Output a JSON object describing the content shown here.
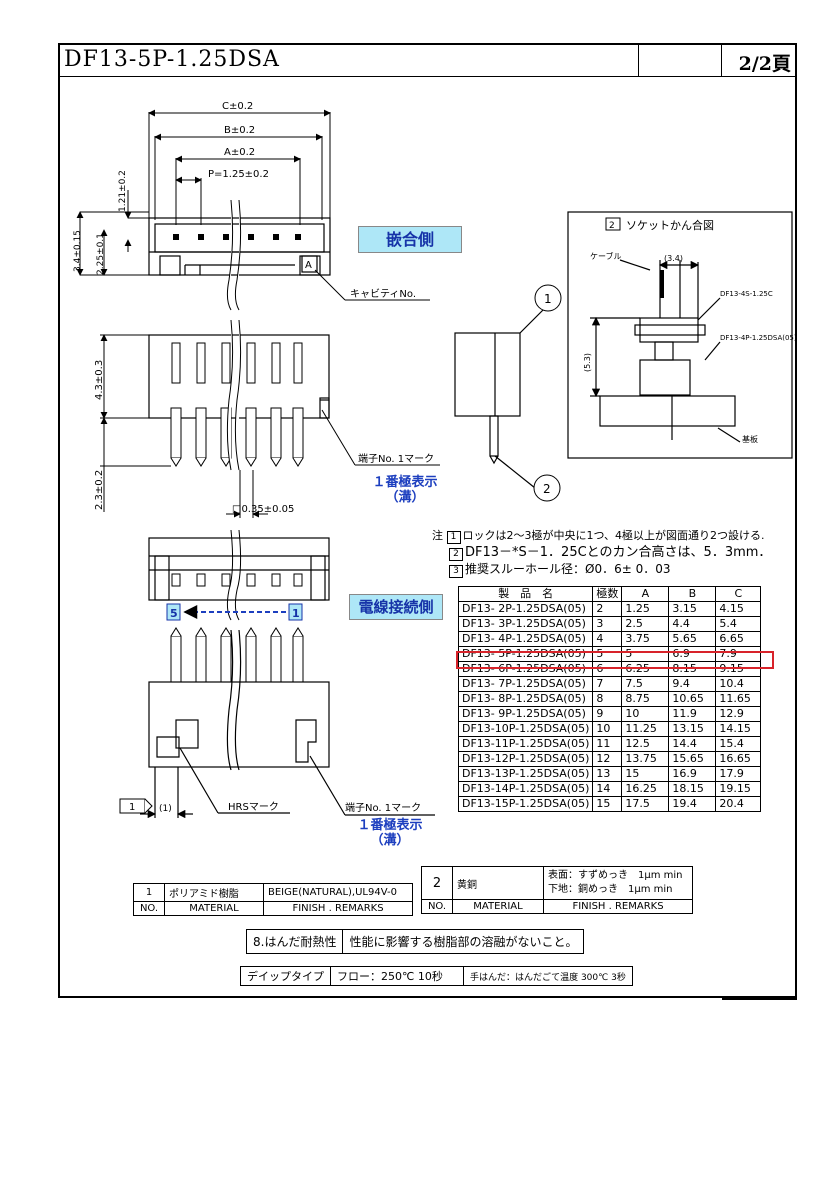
{
  "header": {
    "title": "DF13-5P-1.25DSA",
    "page": "2/2頁"
  },
  "dims": {
    "c": "C±0.2",
    "b": "B±0.2",
    "a": "A±0.2",
    "p": "P=1.25±0.2",
    "h121": "1.21±0.2",
    "h34": "3.4±0.15",
    "h225": "2.25±0.1",
    "h43": "4.3±0.3",
    "h23": "2.3±0.2",
    "sq": "□0.35±0.05",
    "cavity": "キャビティNo.",
    "cavity_a": "A",
    "term1": "端子No. 1マーク",
    "term2": "端子No. 1マーク",
    "hrs": "HRSマーク",
    "one": "(1)",
    "n1": "1",
    "n5": "5",
    "n1b": "1"
  },
  "labels": {
    "mating": "嵌合側",
    "wire": "電線接続側",
    "first_pin": "１番極表示",
    "groove": "（溝）",
    "first_pin2": "１番極表示",
    "groove2": "（溝）"
  },
  "callouts": {
    "c1": "1",
    "c2": "2"
  },
  "socket": {
    "title": "ソケットかん合図",
    "num": "2",
    "cable": "ケーブル",
    "w": "(3.4)",
    "h": "(5.3)",
    "p1": "DF13-4S-1.25C",
    "p2": "DF13-4P-1.25DSA(05)",
    "board": "基板"
  },
  "notes": {
    "prefix": "注",
    "n1_mark": "1",
    "n1": "ロックは2～3極が中央に1つ、4極以上が図面通り2つ設ける.",
    "n2_mark": "2",
    "n2": "DF13－*S－1．25Cとのカン合高さは、5．3mm．",
    "n3_mark": "3",
    "n3": "推奨スルーホール径：Ø0．6± 0．03"
  },
  "spec_table": {
    "headers": [
      "製　品　名",
      "極数",
      "A",
      "B",
      "C"
    ],
    "rows": [
      [
        "DF13- 2P-1.25DSA(05)",
        "2",
        "1.25",
        "3.15",
        "4.15"
      ],
      [
        "DF13- 3P-1.25DSA(05)",
        "3",
        "2.5",
        "4.4",
        "5.4"
      ],
      [
        "DF13- 4P-1.25DSA(05)",
        "4",
        "3.75",
        "5.65",
        "6.65"
      ],
      [
        "DF13- 5P-1.25DSA(05)",
        "5",
        "5",
        "6.9",
        "7.9"
      ],
      [
        "DF13- 6P-1.25DSA(05)",
        "6",
        "6.25",
        "8.15",
        "9.15"
      ],
      [
        "DF13- 7P-1.25DSA(05)",
        "7",
        "7.5",
        "9.4",
        "10.4"
      ],
      [
        "DF13- 8P-1.25DSA(05)",
        "8",
        "8.75",
        "10.65",
        "11.65"
      ],
      [
        "DF13- 9P-1.25DSA(05)",
        "9",
        "10",
        "11.9",
        "12.9"
      ],
      [
        "DF13-10P-1.25DSA(05)",
        "10",
        "11.25",
        "13.15",
        "14.15"
      ],
      [
        "DF13-11P-1.25DSA(05)",
        "11",
        "12.5",
        "14.4",
        "15.4"
      ],
      [
        "DF13-12P-1.25DSA(05)",
        "12",
        "13.75",
        "15.65",
        "16.65"
      ],
      [
        "DF13-13P-1.25DSA(05)",
        "13",
        "15",
        "16.9",
        "17.9"
      ],
      [
        "DF13-14P-1.25DSA(05)",
        "14",
        "16.25",
        "18.15",
        "19.15"
      ],
      [
        "DF13-15P-1.25DSA(05)",
        "15",
        "17.5",
        "19.4",
        "20.4"
      ]
    ]
  },
  "materials": {
    "r1_no": "1",
    "r1_mat": "ポリアミド樹脂",
    "r1_fin": "BEIGE(NATURAL),UL94V-0",
    "r2_no": "2",
    "r2_mat": "黄銅",
    "r2_fin1": "表面：すずめっき　1μm min",
    "r2_fin2": "下地：銅めっき　1μm min",
    "h_no": "NO.",
    "h_mat": "MATERIAL",
    "h_fin": "FINISH . REMARKS",
    "h_no2": "NO.",
    "h_mat2": "MATERIAL",
    "h_fin2": "FINISH . REMARKS"
  },
  "heat": {
    "k": "8.はんだ耐熱性",
    "v": "性能に影響する樹脂部の溶融がないこと。",
    "dip": "デイップタイプ",
    "flow": "フロー：250℃ 10秒",
    "hand": "手はんだ：はんだごて温度 300℃ 3秒"
  },
  "colors": {
    "accent_box": "#aee7f7",
    "accent_text": "#1633a8",
    "highlight": "#d8232a"
  }
}
